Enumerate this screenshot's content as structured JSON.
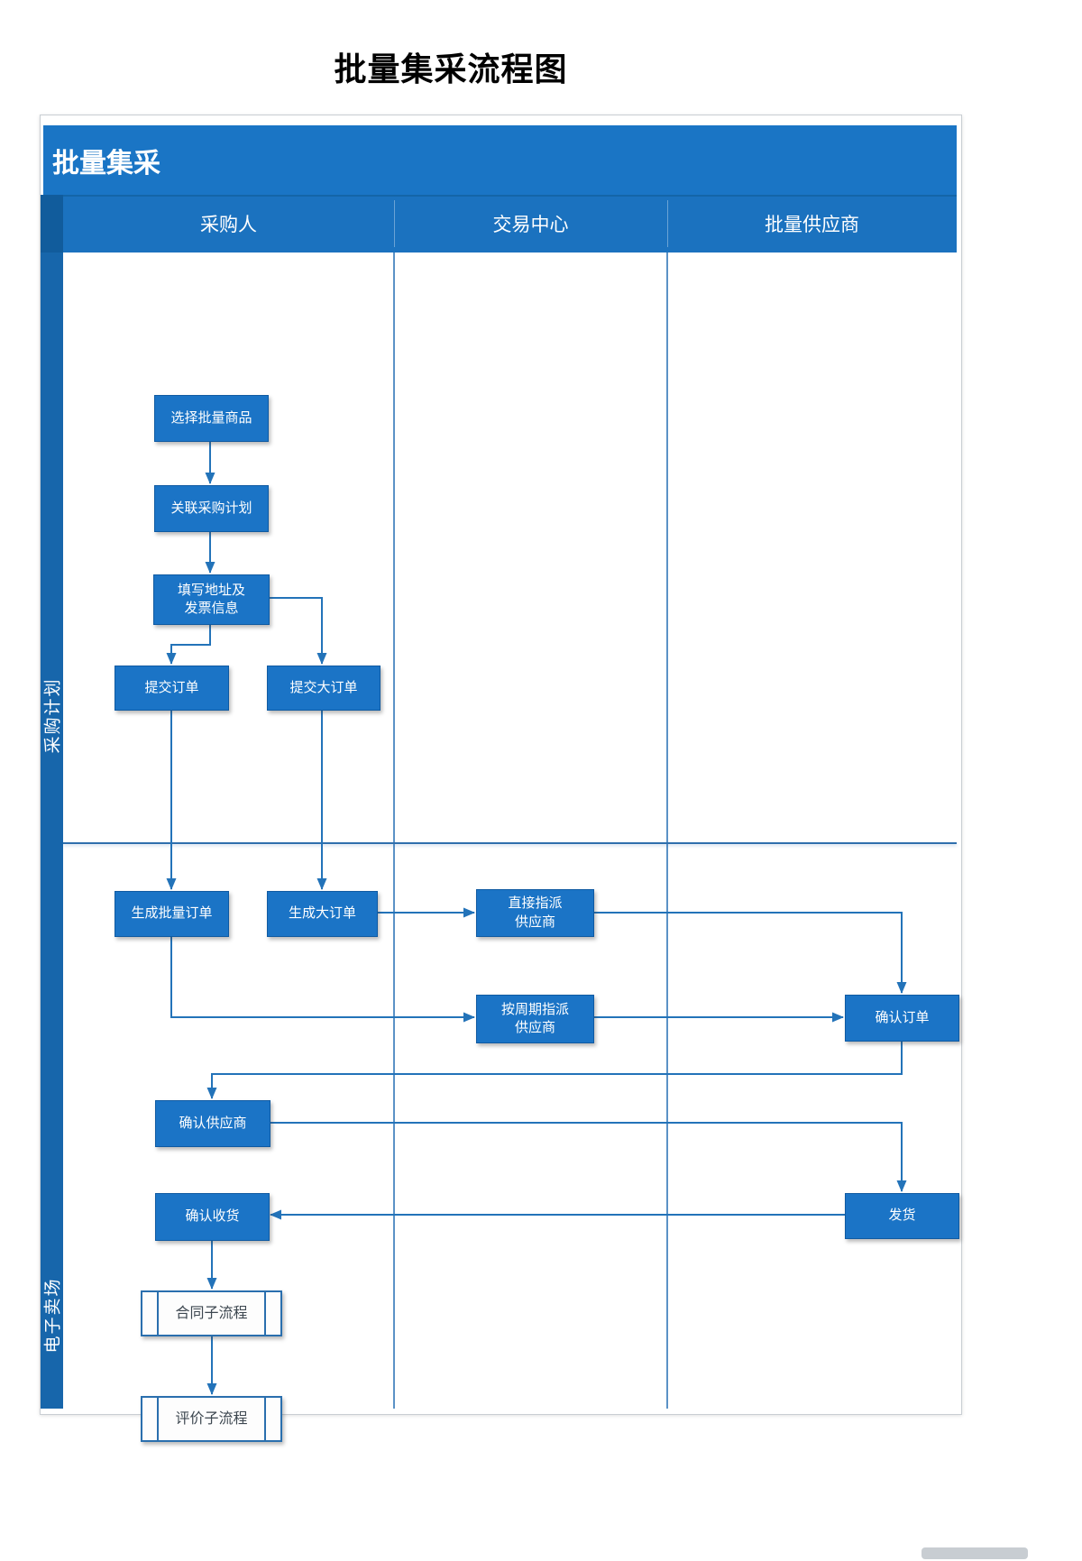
{
  "page_title": "批量集采流程图",
  "diagram": {
    "pool_title": "批量集采",
    "column_headers": [
      "采购人",
      "交易中心",
      "批量供应商"
    ],
    "lane_labels": [
      "采购计划",
      "电子卖场"
    ],
    "nodes": [
      {
        "label": "选择批量商品",
        "type": "process"
      },
      {
        "label": "关联采购计划",
        "type": "process"
      },
      {
        "label": "填写地址及\n发票信息",
        "type": "process"
      },
      {
        "label": "提交订单",
        "type": "process"
      },
      {
        "label": "提交大订单",
        "type": "process"
      },
      {
        "label": "生成批量订单",
        "type": "process"
      },
      {
        "label": "生成大订单",
        "type": "process"
      },
      {
        "label": "直接指派\n供应商",
        "type": "process"
      },
      {
        "label": "按周期指派\n供应商",
        "type": "process"
      },
      {
        "label": "确认订单",
        "type": "process"
      },
      {
        "label": "确认供应商",
        "type": "process"
      },
      {
        "label": "确认收货",
        "type": "process"
      },
      {
        "label": "发货",
        "type": "process"
      },
      {
        "label": "合同子流程",
        "type": "subprocess"
      },
      {
        "label": "评价子流程",
        "type": "subprocess"
      }
    ],
    "colors": {
      "pool_header_blue": "#1a75c5",
      "column_header_blue": "#1b72bf",
      "lane_strip_blue": "#1766ab",
      "node_blue": "#1b74c6",
      "line_blue": "#2373b9",
      "subprocess_border": "#2a6fae"
    }
  }
}
